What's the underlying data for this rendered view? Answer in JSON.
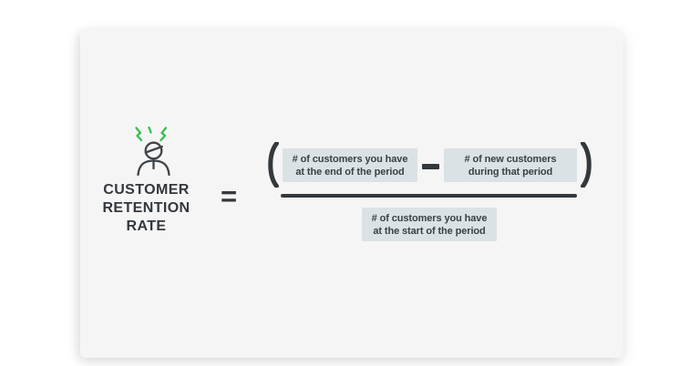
{
  "colors": {
    "page_bg": "#ffffff",
    "card_bg": "#f5f5f6",
    "dark": "#33383c",
    "box_bg": "#dbe2e5",
    "box_text": "#3a4045",
    "icon_dark": "#3f4549",
    "green": "#2fc24b"
  },
  "icon": {
    "name": "frustrated-customer-icon"
  },
  "metric": {
    "label_lines": [
      "CUSTOMER",
      "RETENTION",
      "RATE"
    ]
  },
  "formula": {
    "equals": "=",
    "open_paren": "(",
    "close_paren": ")",
    "minus": "−",
    "numerator": {
      "minuend": [
        "# of customers you have",
        "at the end of the period"
      ],
      "subtrahend": [
        "# of new customers",
        "during that period"
      ]
    },
    "denominator": [
      "# of customers you have",
      "at the start of the period"
    ]
  }
}
